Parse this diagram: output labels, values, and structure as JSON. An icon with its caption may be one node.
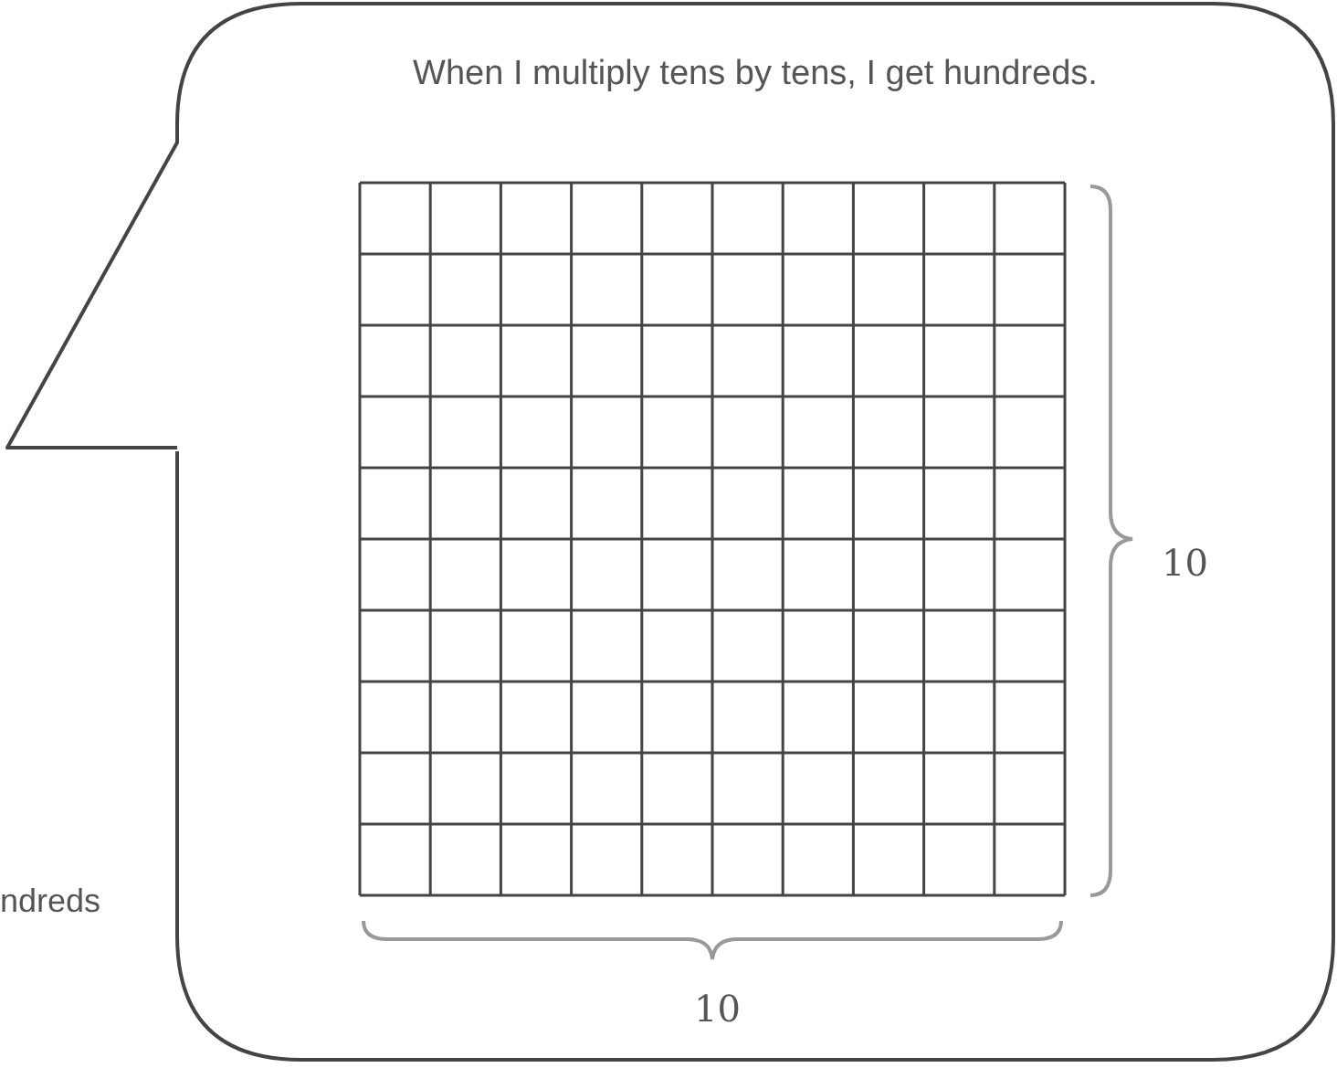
{
  "diagram": {
    "nodes": [
      {
        "text": [
          "When I multiply tens by tens, I get hundreds."
        ]
      }
    ],
    "labels": [
      "10",
      "ndreds",
      "10"
    ]
  }
}
